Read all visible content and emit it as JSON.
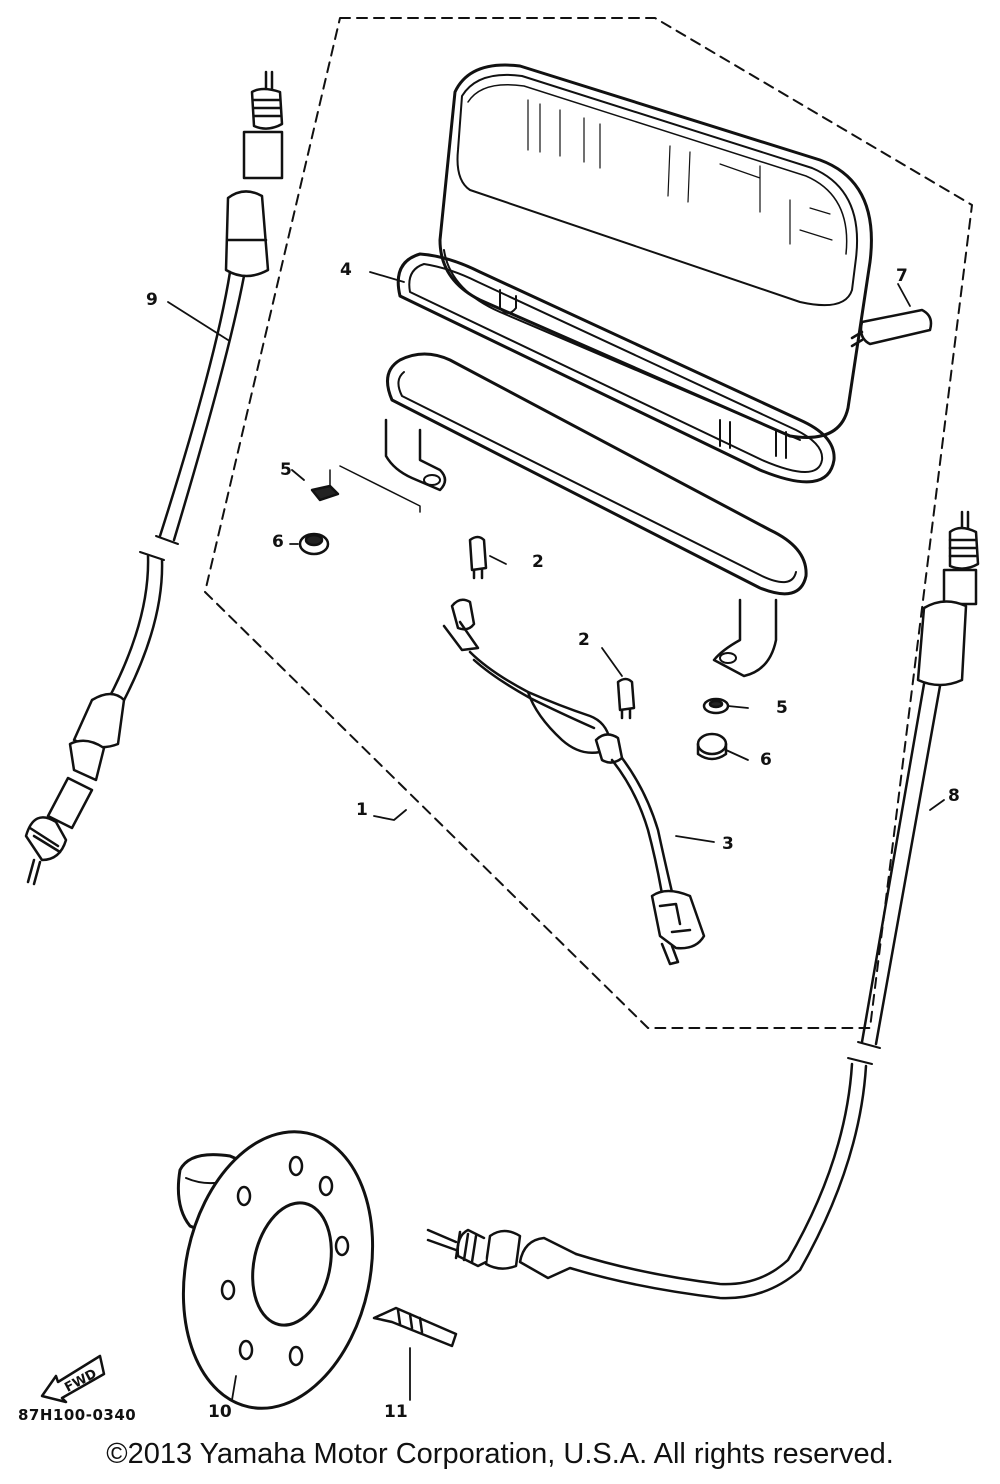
{
  "diagram": {
    "callouts": {
      "c1": "1",
      "c2a": "2",
      "c2b": "2",
      "c3": "3",
      "c4": "4",
      "c5a": "5",
      "c5b": "5",
      "c6a": "6",
      "c6b": "6",
      "c7": "7",
      "c8": "8",
      "c9": "9",
      "c10": "10",
      "c11": "11"
    },
    "fwd_label": "FWD",
    "ref_code": "87H100-0340",
    "copyright": "©2013 Yamaha Motor Corporation, U.S.A. All rights reserved."
  }
}
